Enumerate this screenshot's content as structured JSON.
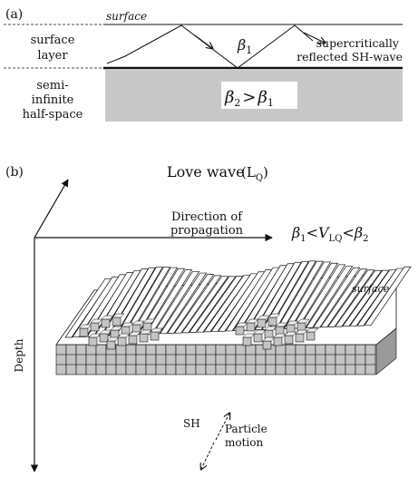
{
  "panel_a": {
    "label": "(a)",
    "surface_label": "surface",
    "layer_label_line1": "surface",
    "layer_label_line2": "layer",
    "beta1_symbol": "β",
    "beta1_sub": "1",
    "reflected_line1": "supercritically",
    "reflected_line2": "reflected SH-wave",
    "halfspace_line1": "semi-",
    "halfspace_line2": "infinite",
    "halfspace_line3": "half-space",
    "beta2_symbol": "β",
    "beta2_sub": "2",
    "relation": ">",
    "beta2_rhs_symbol": "β",
    "beta2_rhs_sub": "1"
  },
  "panel_b": {
    "label": "(b)",
    "title": "Love wave",
    "title_symbol": "(L",
    "title_sub": "Q",
    "title_close": ")",
    "direction_line1": "Direction of",
    "direction_line2": "propagation",
    "velocity_b1": "β",
    "velocity_b1_sub": "1",
    "velocity_lt": "<",
    "velocity_v": "V",
    "velocity_v_sub": "LQ",
    "velocity_lt2": "<",
    "velocity_b2": "β",
    "velocity_b2_sub": "2",
    "surface_label": "surface",
    "depth_label": "Depth",
    "sh_label": "SH",
    "particle_line1": "Particle",
    "particle_line2": "motion"
  },
  "colors": {
    "halfspace_fill": "#c8c8c8",
    "block_fill": "#c4c4c4",
    "line": "#111111"
  }
}
